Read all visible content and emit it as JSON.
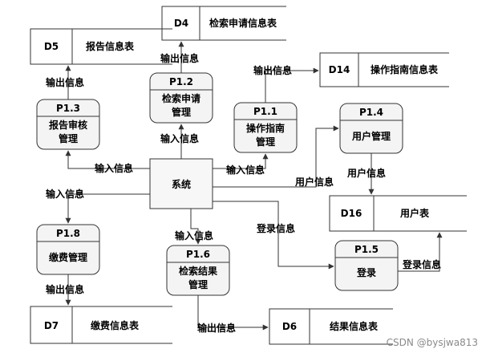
{
  "system": {
    "label": "系统"
  },
  "processes": {
    "p11": {
      "id": "P1.1",
      "line1": "操作指南",
      "line2": "管理"
    },
    "p12": {
      "id": "P1.2",
      "line1": "检索申请",
      "line2": "管理"
    },
    "p13": {
      "id": "P1.3",
      "line1": "报告审核",
      "line2": "管理"
    },
    "p14": {
      "id": "P1.4",
      "line1": "用户管理"
    },
    "p15": {
      "id": "P1.5",
      "line1": "登录"
    },
    "p16": {
      "id": "P1.6",
      "line1": "检索结果",
      "line2": "管理"
    },
    "p18": {
      "id": "P1.8",
      "line1": "缴费管理"
    }
  },
  "stores": {
    "d4": {
      "id": "D4",
      "name": "检索申请信息表"
    },
    "d5": {
      "id": "D5",
      "name": "报告信息表"
    },
    "d6": {
      "id": "D6",
      "name": "结果信息表"
    },
    "d7": {
      "id": "D7",
      "name": "缴费信息表"
    },
    "d14": {
      "id": "D14",
      "name": "操作指南信息表"
    },
    "d16": {
      "id": "D16",
      "name": "用户表"
    }
  },
  "flows": {
    "p12_out": "输出信息",
    "p12_in": "输入信息",
    "p13_out": "输出信息",
    "p13_in": "输入信息",
    "p11_out": "输出信息",
    "p11_in": "输入信息",
    "p14_in": "用户信息",
    "p14_out": "用户信息",
    "p18_in": "输入信息",
    "p18_out": "输出信息",
    "p16_in": "输入信息",
    "p16_out": "输出信息",
    "p15_in": "登录信息",
    "p15_out": "登录信息"
  },
  "watermark": "CSDN @bysjwa813"
}
